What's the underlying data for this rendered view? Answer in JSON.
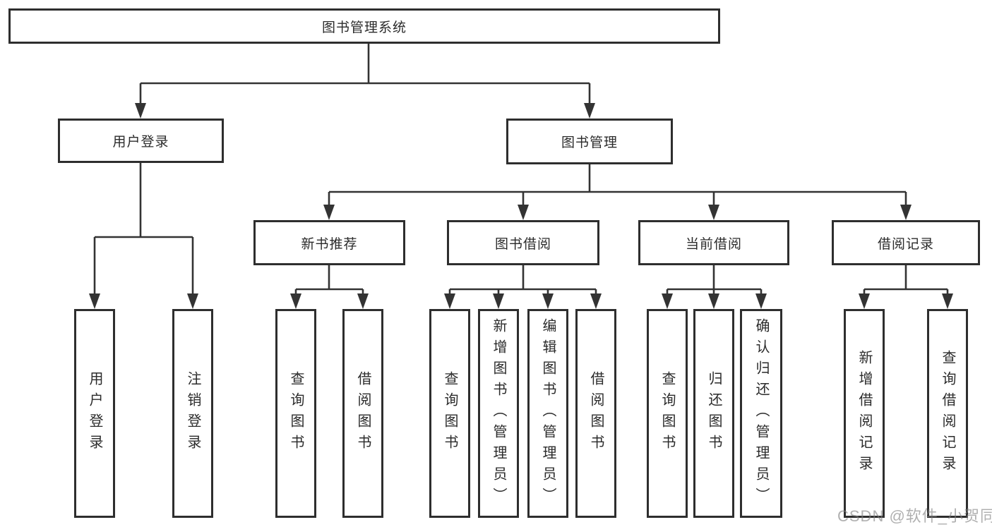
{
  "diagram": {
    "root": {
      "label": "图书管理系统",
      "children": [
        {
          "label": "用户登录",
          "children": [
            {
              "label": "用户登录"
            },
            {
              "label": "注销登录"
            }
          ]
        },
        {
          "label": "图书管理",
          "children": [
            {
              "label": "新书推荐",
              "children": [
                {
                  "label": "查询图书"
                },
                {
                  "label": "借阅图书"
                }
              ]
            },
            {
              "label": "图书借阅",
              "children": [
                {
                  "label": "查询图书"
                },
                {
                  "label": "新增图书（管理员）"
                },
                {
                  "label": "编辑图书（管理员）"
                },
                {
                  "label": "借阅图书"
                }
              ]
            },
            {
              "label": "当前借阅",
              "children": [
                {
                  "label": "查询图书"
                },
                {
                  "label": "归还图书"
                },
                {
                  "label": "确认归还（管理员）"
                }
              ]
            },
            {
              "label": "借阅记录",
              "children": [
                {
                  "label": "新增借阅记录"
                },
                {
                  "label": "查询借阅记录"
                }
              ]
            }
          ]
        }
      ]
    }
  },
  "watermark": {
    "text": "CSDN @软件_小贺同学"
  },
  "colors": {
    "line": "#333333",
    "box_border": "#2e2e2e",
    "text": "#2b2b2b",
    "watermark": "#9a9a9a",
    "background": "#ffffff"
  }
}
